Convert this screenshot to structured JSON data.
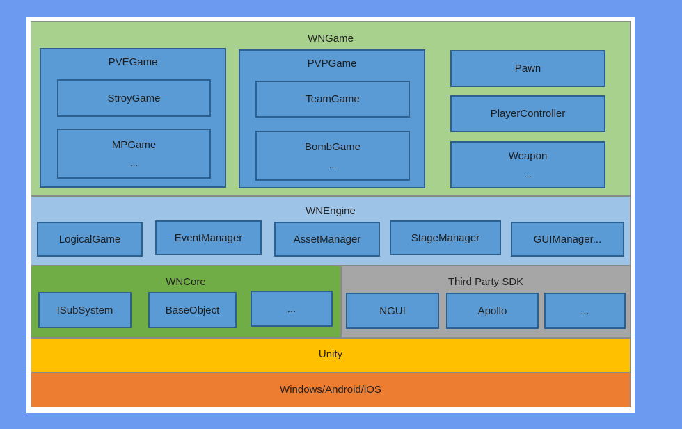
{
  "wngame": {
    "title": "WNGame",
    "pve": {
      "title": "PVEGame",
      "items": [
        "StroyGame",
        "MPGame"
      ],
      "ellipsis": "..."
    },
    "pvp": {
      "title": "PVPGame",
      "items": [
        "TeamGame",
        "BombGame"
      ],
      "ellipsis": "..."
    },
    "right": [
      "Pawn",
      "PlayerController",
      "Weapon"
    ],
    "right_ellipsis": "..."
  },
  "wnengine": {
    "title": "WNEngine",
    "items": [
      "LogicalGame",
      "EventManager",
      "AssetManager",
      "StageManager",
      "GUIManager..."
    ]
  },
  "wncore": {
    "title": "WNCore",
    "items": [
      "ISubSystem",
      "BaseObject",
      "..."
    ]
  },
  "thirdparty": {
    "title": "Third  Party SDK",
    "items": [
      "NGUI",
      "Apollo",
      "..."
    ]
  },
  "unity": {
    "title": "Unity"
  },
  "platforms": {
    "title": "Windows/Android/iOS"
  },
  "colors": {
    "background": "#6b9af0",
    "wngame": "#a9d18e",
    "wnengine": "#9dc3e6",
    "wncore": "#70ad47",
    "thirdparty": "#a6a6a6",
    "unity": "#ffc000",
    "platforms": "#ed7d31",
    "box": "#5b9bd5"
  }
}
